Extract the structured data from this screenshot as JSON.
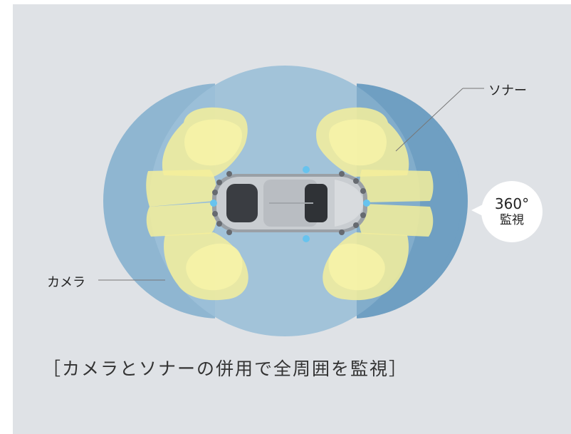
{
  "labels": {
    "sonar": "ソナー",
    "camera": "カメラ"
  },
  "badge": {
    "line1": "360°",
    "line2": "監視"
  },
  "caption": "［カメラとソナーの併用で全周囲を監視］",
  "colors": {
    "background": "#dfe2e6",
    "camera_zone": "#8fb6d1",
    "camera_zone_dark": "#6f9fc2",
    "sonar_zone": "#f4ef9b",
    "sonar_dot": "#666a70",
    "camera_dot": "#67c3ee"
  },
  "icons": {
    "car": "car-top-view-icon"
  }
}
